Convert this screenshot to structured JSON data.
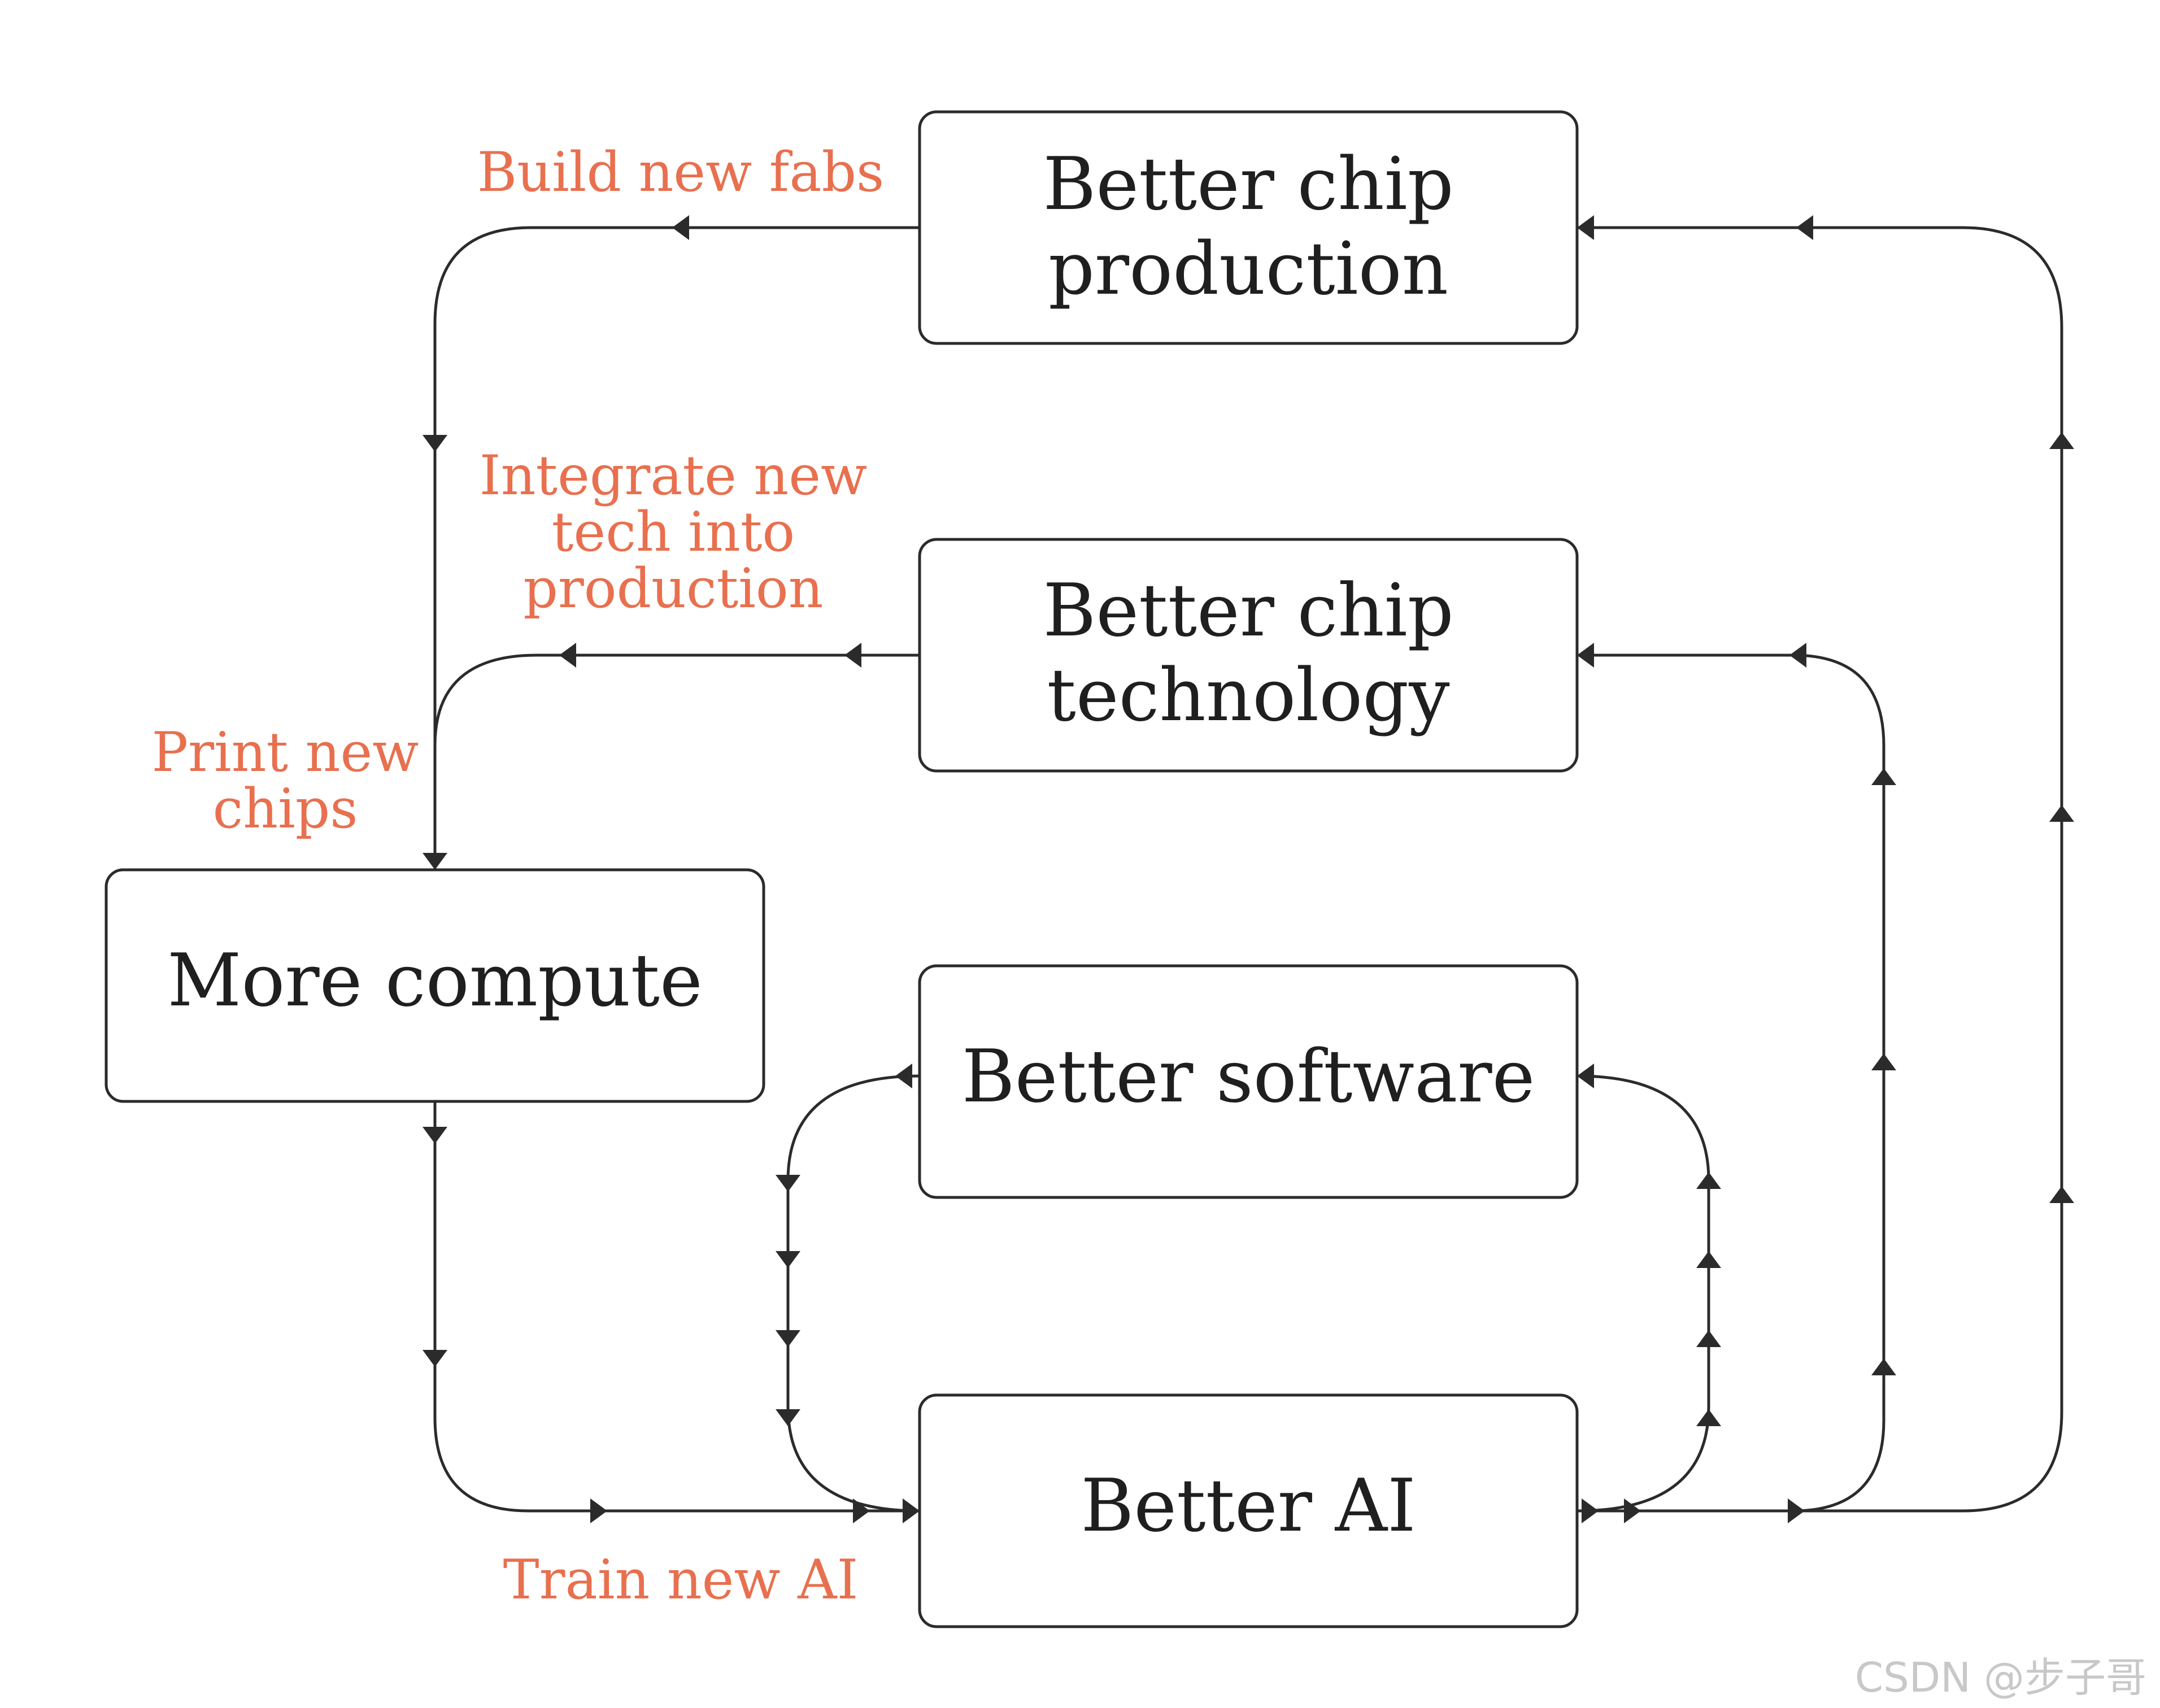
{
  "colors": {
    "label": "#e8704f",
    "line": "#2b2b2b",
    "watermark": "#c8c8c8"
  },
  "nodes": {
    "chip_production": {
      "line1": "Better chip",
      "line2": "production"
    },
    "chip_technology": {
      "line1": "Better chip",
      "line2": "technology"
    },
    "more_compute": {
      "label": "More compute"
    },
    "software": {
      "label": "Better software"
    },
    "ai": {
      "label": "Better AI"
    }
  },
  "edge_labels": {
    "build_fabs": "Build new fabs",
    "integrate": {
      "line1": "Integrate new",
      "line2": "tech into",
      "line3": "production"
    },
    "print_chips": {
      "line1": "Print new",
      "line2": "chips"
    },
    "train_ai": "Train new AI"
  },
  "watermark": "CSDN @步子哥"
}
